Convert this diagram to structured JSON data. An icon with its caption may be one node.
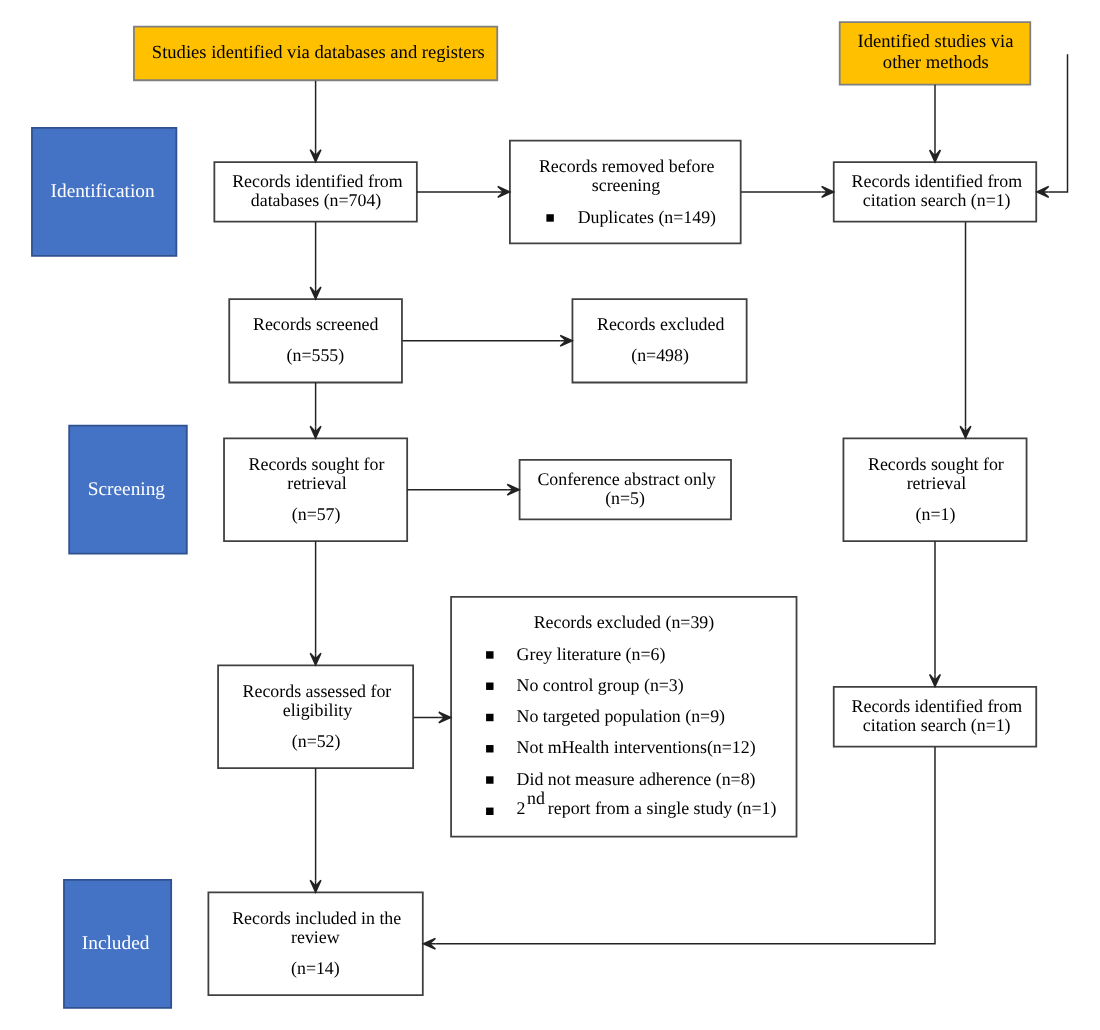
{
  "diagram": {
    "nodes": [
      {
        "text": [
          "Studies identified via databases and registers"
        ]
      },
      {
        "text": [
          "Identified studies via other methods"
        ]
      },
      {
        "text": [
          "Identification"
        ]
      },
      {
        "text": [
          "Screening"
        ]
      },
      {
        "text": [
          "Included"
        ]
      },
      {
        "text": [
          "Records identified from databases (n=704)"
        ]
      },
      {
        "text": [
          "Records removed before screening",
          "Duplicates (n=149)"
        ]
      },
      {
        "text": [
          "Records identified from citation search (n=1)"
        ]
      },
      {
        "text": [
          "Records screened",
          "(n=555)"
        ]
      },
      {
        "text": [
          "Records excluded",
          "(n=498)"
        ]
      },
      {
        "text": [
          "Records sought for retrieval",
          "(n=57)"
        ]
      },
      {
        "text": [
          "Conference abstract only (n=5)"
        ]
      },
      {
        "text": [
          "Records sought for retrieval",
          "(n=1)"
        ]
      },
      {
        "text": [
          "Records assessed for eligibility",
          "(n=52)"
        ]
      },
      {
        "text": [
          "Records excluded (n=39)",
          "Grey literature (n=6)",
          "No control group (n=3)",
          "No targeted population (n=9)",
          "Not mHealth interventions(n=12)",
          "Did not measure adherence (n=8)",
          "2$^{nd}$ report from a single study (n=1)"
        ]
      },
      {
        "text": [
          "Records identified from citation search (n=1)"
        ]
      },
      {
        "text": [
          "Records included in the review",
          "(n=14)"
        ]
      }
    ],
    "edges": [
      {
        "from": 0,
        "to": 5,
        "arrow": "to"
      },
      {
        "from": 5,
        "to": 6,
        "arrow": "to"
      },
      {
        "from": 6,
        "to": 7,
        "arrow": "to"
      },
      {
        "from": null,
        "to": 7,
        "arrow": "to"
      },
      {
        "from": 1,
        "to": 7,
        "arrow": "to"
      },
      {
        "from": 5,
        "to": 8,
        "arrow": "to"
      },
      {
        "from": 8,
        "to": 9,
        "arrow": "to"
      },
      {
        "from": 8,
        "to": 10,
        "arrow": "to"
      },
      {
        "from": 10,
        "to": 11,
        "arrow": "to"
      },
      {
        "from": 10,
        "to": 13,
        "arrow": "to"
      },
      {
        "from": 13,
        "to": 14,
        "arrow": "to"
      },
      {
        "from": 13,
        "to": 16,
        "arrow": "to"
      },
      {
        "from": 7,
        "to": 12,
        "arrow": "to"
      },
      {
        "from": 12,
        "to": 15,
        "arrow": "to"
      },
      {
        "from": 15,
        "to": 16,
        "arrow": "to"
      }
    ]
  }
}
